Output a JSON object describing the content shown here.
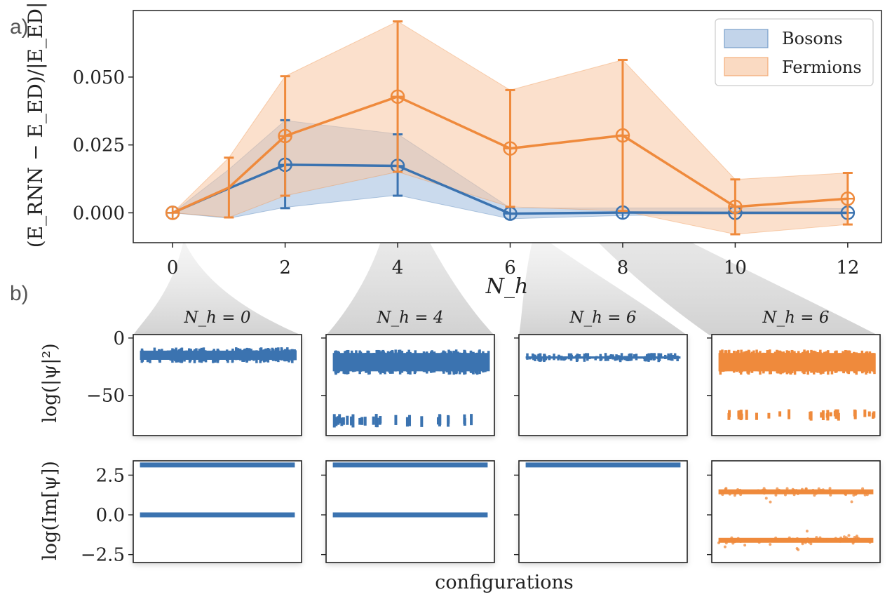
{
  "panel_labels": {
    "a": "a)",
    "b": "b)"
  },
  "colors": {
    "bosons": "#3b73b0",
    "fermions": "#ef8a3c",
    "bosons_fill": "#aec6e3",
    "fermions_fill": "#f7c6a2"
  },
  "chart_data": [
    {
      "type": "line",
      "panel": "a",
      "xlabel": "N_h",
      "ylabel": "(E_RNN − E_ED)/|E_ED|",
      "xlim": [
        -0.7,
        12.6
      ],
      "ylim": [
        -0.011,
        0.0745
      ],
      "xticks": [
        0,
        2,
        4,
        6,
        8,
        10,
        12
      ],
      "yticks": [
        0.0,
        0.025,
        0.05
      ],
      "ytick_labels": [
        "0.000",
        "0.025",
        "0.050"
      ],
      "legend": {
        "placement": "top-right",
        "entries": [
          "Bosons",
          "Fermions"
        ]
      },
      "series": [
        {
          "name": "Bosons",
          "color": "#3b73b0",
          "x": [
            0,
            1,
            2,
            4,
            6,
            8,
            10,
            12
          ],
          "y": [
            0.0,
            0.009,
            0.0177,
            0.0173,
            -0.0003,
            0.0001,
            0.0,
            0.0
          ],
          "band_upper": [
            0.0,
            0.016,
            0.034,
            0.029,
            0.0018,
            0.0018,
            0.0018,
            0.0015
          ],
          "band_lower": [
            0.0,
            -0.002,
            0.002,
            0.0065,
            -0.0022,
            -0.001,
            -0.0005,
            -0.0005
          ],
          "err_upper": [
            0.0,
            0.0,
            0.0341,
            0.0289,
            0.0,
            0.0,
            0.0,
            0.0
          ],
          "err_lower": [
            0.0,
            0.0,
            0.0017,
            0.0063,
            0.0,
            0.0,
            0.0,
            0.0
          ]
        },
        {
          "name": "Fermions",
          "color": "#ef8a3c",
          "x": [
            0,
            1,
            2,
            4,
            6,
            8,
            10,
            12
          ],
          "y": [
            0.0,
            0.0093,
            0.0283,
            0.0428,
            0.0237,
            0.0285,
            0.0022,
            0.0052
          ],
          "band_upper": [
            0.0,
            0.0203,
            0.0503,
            0.0705,
            0.0452,
            0.0563,
            0.0123,
            0.0147
          ],
          "band_lower": [
            0.0,
            -0.0017,
            0.0063,
            0.0151,
            0.0022,
            0.0007,
            -0.0079,
            -0.0043
          ],
          "err_upper": [
            0.0,
            0.0203,
            0.0503,
            0.0705,
            0.0452,
            0.0563,
            0.0123,
            0.0147
          ],
          "err_lower": [
            0.0,
            -0.0017,
            0.0063,
            0.0151,
            0.0022,
            0.0007,
            -0.0079,
            -0.0043
          ]
        }
      ]
    },
    {
      "type": "scatter",
      "panel": "b",
      "xlabel": "configurations",
      "row_ylabels": [
        "log(|ψ|²)",
        "log(Im[ψ])"
      ],
      "row_ylims": [
        [
          -85,
          3
        ],
        [
          -3.0,
          3.4
        ]
      ],
      "row_yticks": [
        [
          0,
          -50
        ],
        [
          2.5,
          0.0,
          -2.5
        ]
      ],
      "row_ytick_labels": [
        [
          "0",
          "−50"
        ],
        [
          "2.5",
          "0.0",
          "−2.5"
        ]
      ],
      "columns": [
        {
          "title": "N_h = 0",
          "color": "#3b73b0",
          "log_psi2_bands": [
            [
              -22,
              -8
            ]
          ],
          "im_levels": [
            3.14,
            0.0
          ]
        },
        {
          "title": "N_h = 4",
          "color": "#3b73b0",
          "log_psi2_bands": [
            [
              -32,
              -10
            ],
            [
              -78,
              -66
            ]
          ],
          "im_levels": [
            3.14,
            0.0
          ]
        },
        {
          "title": "N_h = 6",
          "color": "#3b73b0",
          "log_psi2_bands": [
            [
              -21,
              -13
            ]
          ],
          "im_levels": [
            3.14
          ]
        },
        {
          "title": "N_h = 6",
          "color": "#ef8a3c",
          "log_psi2_bands": [
            [
              -32,
              -10
            ],
            [
              -72,
              -62
            ]
          ],
          "im_levels": [
            1.45,
            -1.6
          ]
        }
      ]
    }
  ]
}
